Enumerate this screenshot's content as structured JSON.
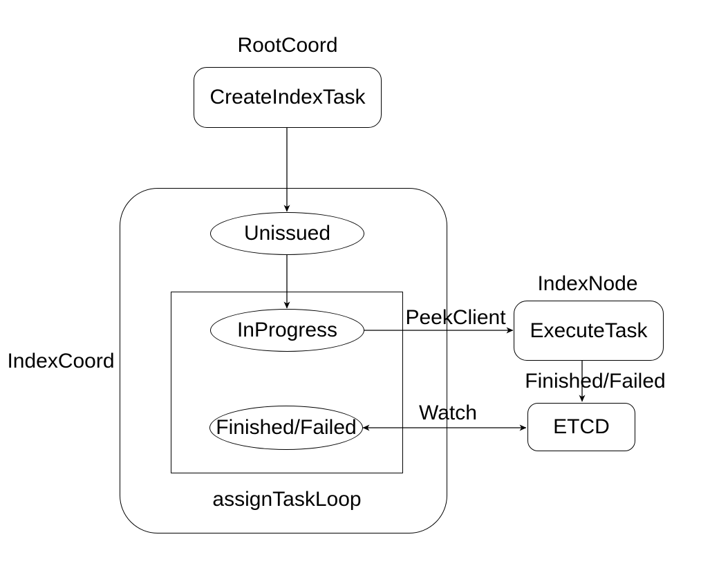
{
  "diagram": {
    "background": "#ffffff",
    "stroke_color": "#000000",
    "text_color": "#000000",
    "groups": {
      "root_coord": {
        "label": "RootCoord"
      },
      "index_coord": {
        "label": "IndexCoord"
      },
      "assign_task_loop": {
        "label": "assignTaskLoop"
      },
      "index_node": {
        "label": "IndexNode"
      }
    },
    "nodes": {
      "create_index_task": {
        "label": "CreateIndexTask",
        "shape": "rounded-rectangle"
      },
      "unissued": {
        "label": "Unissued",
        "shape": "ellipse"
      },
      "in_progress": {
        "label": "InProgress",
        "shape": "ellipse"
      },
      "finished_failed": {
        "label": "Finished/Failed",
        "shape": "ellipse"
      },
      "execute_task": {
        "label": "ExecuteTask",
        "shape": "rounded-rectangle"
      },
      "etcd": {
        "label": "ETCD",
        "shape": "rounded-rectangle"
      }
    },
    "edges": {
      "create_to_unissued": {
        "from": "CreateIndexTask",
        "to": "Unissued",
        "label": ""
      },
      "unissued_to_inprogress": {
        "from": "Unissued",
        "to": "InProgress",
        "label": ""
      },
      "inprogress_to_executetask": {
        "from": "InProgress",
        "to": "ExecuteTask",
        "label": "PeekClient"
      },
      "executetask_to_etcd": {
        "from": "ExecuteTask",
        "to": "ETCD",
        "label": "Finished/Failed"
      },
      "etcd_watch_finishedfailed": {
        "from": "ETCD",
        "to": "Finished/Failed",
        "label": "Watch",
        "bidirectional": true
      }
    }
  }
}
